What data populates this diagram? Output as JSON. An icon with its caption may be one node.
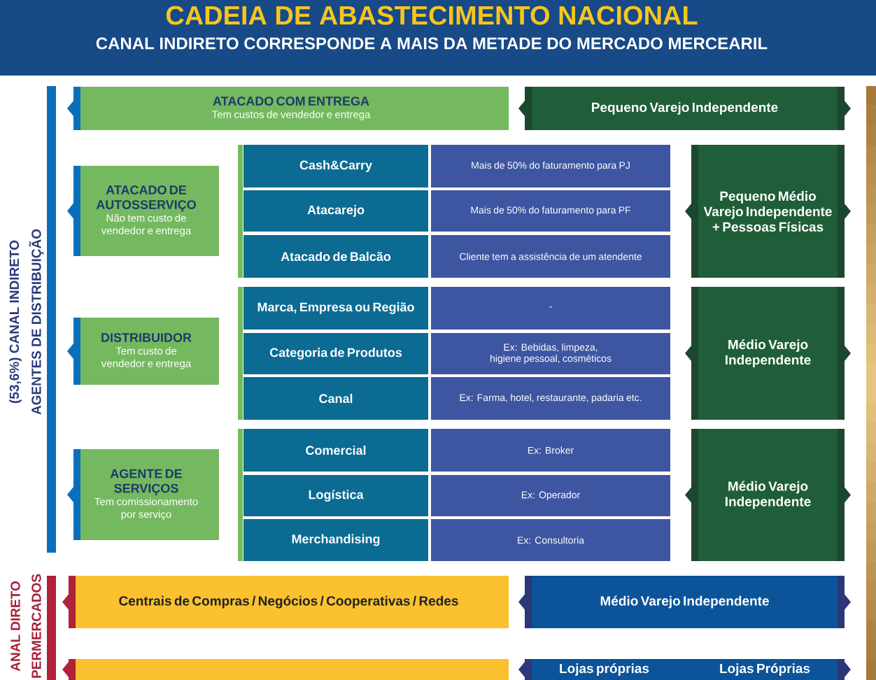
{
  "diagram": {
    "title": "CADEIA DE ABASTECIMENTO NACIONAL",
    "nodes": [
      {
        "text": [
          "ATACADO COM ENTREGA",
          "Tem custos de vendedor e entrega"
        ]
      },
      {
        "text": [
          "Pequeno Varejo Independente"
        ]
      },
      {
        "text": [
          "ATACADO DE AUTOSSERVIÇO",
          "Não tem custo de vendedor e entrega"
        ]
      },
      {
        "text": [
          "Cash&Carry"
        ]
      },
      {
        "text": [
          "Mais de 50% do faturamento para PJ"
        ]
      },
      {
        "text": [
          "Atacarejo"
        ]
      },
      {
        "text": [
          "Mais de 50% do faturamento para PF"
        ]
      },
      {
        "text": [
          "Atacado de Balcão"
        ]
      },
      {
        "text": [
          "Cliente tem a assistência de um atendente"
        ]
      },
      {
        "text": [
          "Pequeno Médio Varejo Independente + Pessoas Físicas"
        ]
      },
      {
        "text": [
          "DISTRIBUIDOR",
          "Tem custo de vendedor e entrega"
        ]
      },
      {
        "text": [
          "Marca, Empresa ou Região"
        ]
      },
      {
        "text": [
          "-"
        ]
      },
      {
        "text": [
          "Categoria de Produtos"
        ]
      },
      {
        "text": [
          "Ex: Bebidas, limpeza, higiene pessoal, cosméticos"
        ]
      },
      {
        "text": [
          "Canal"
        ]
      },
      {
        "text": [
          "Ex: Farma, hotel, restaurante, padaria etc."
        ]
      },
      {
        "text": [
          "Médio Varejo Independente"
        ]
      },
      {
        "text": [
          "AGENTE DE SERVIÇOS",
          "Tem comissionamento por serviço"
        ]
      },
      {
        "text": [
          "Comercial"
        ]
      },
      {
        "text": [
          "Ex: Broker"
        ]
      },
      {
        "text": [
          "Logística"
        ]
      },
      {
        "text": [
          "Ex: Operador"
        ]
      },
      {
        "text": [
          "Merchandising"
        ]
      },
      {
        "text": [
          "Ex: Consultoria"
        ]
      },
      {
        "text": [
          "Médio Varejo Independente"
        ]
      },
      {
        "text": [
          "Centrais de Compras / Negócios / Cooperativas / Redes"
        ]
      },
      {
        "text": [
          "Médio Varejo Independente"
        ]
      },
      {
        "text": [],
        "shape": "bar"
      },
      {
        "text": [
          "Lojas próprias",
          "Lojas Próprias"
        ]
      }
    ],
    "labels": [
      "CANAL INDIRETO CORRESPONDE A MAIS DA METADE DO MERCADO MERCEARIL",
      "(53,6%) CANAL INDIRETO",
      "AGENTES DE DISTRIBUIÇÃO",
      "ANAL DIRETO",
      "PERMERCADOS"
    ]
  }
}
